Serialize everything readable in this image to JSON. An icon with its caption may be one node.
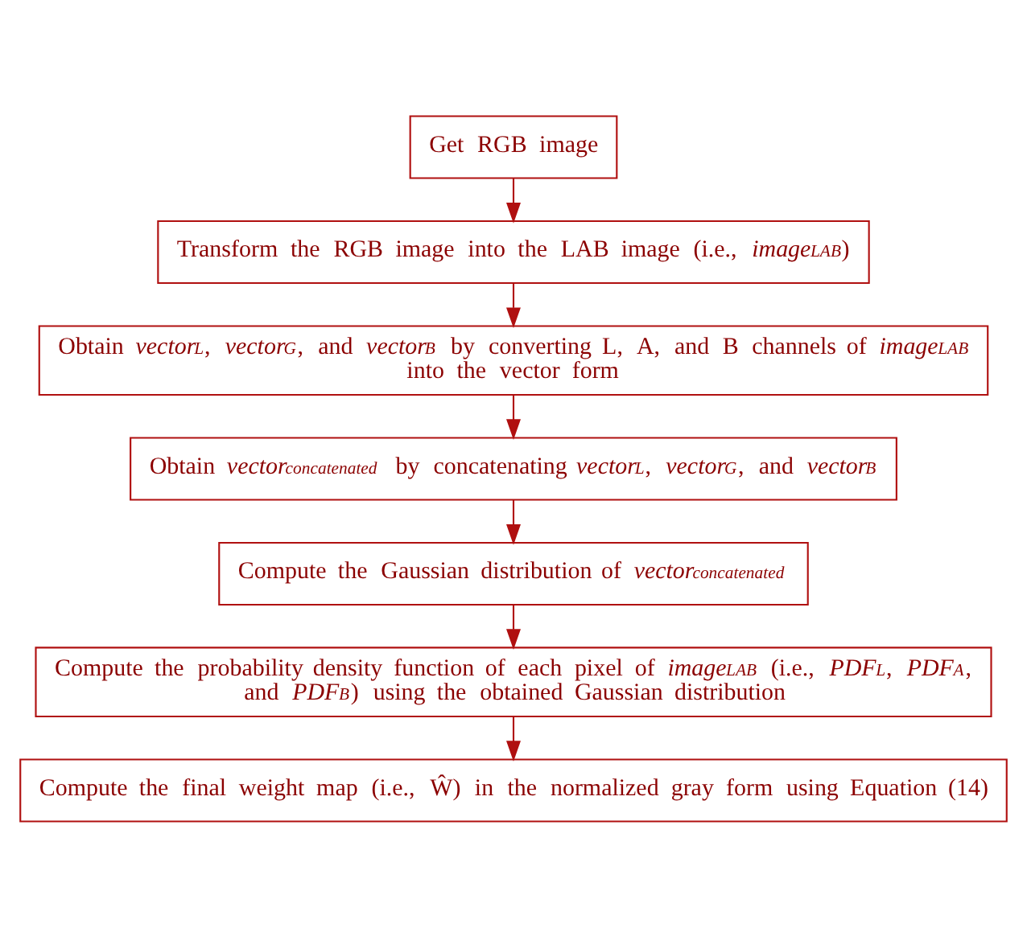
{
  "diagram": {
    "nodes": [
      {
        "text": [
          "Get RGB image"
        ]
      },
      {
        "text": [
          "Transform the RGB image into the LAB image (i.e., *image*$_{LAB}$)"
        ]
      },
      {
        "text": [
          "Obtain *vector*$_{L}$, *vector*$_{G}$, and *vector*$_{B}$ by converting L, A, and B channels of *image*$_{LAB}$ into the vector form"
        ]
      },
      {
        "text": [
          "Obtain *vector*$_{concatenated}$ by concatenating *vector*$_{L}$, *vector*$_{G}$, and *vector*$_{B}$"
        ]
      },
      {
        "text": [
          "Compute the Gaussian distribution of *vector*$_{concatenated}$"
        ]
      },
      {
        "text": [
          "Compute the probability density function of each pixel of *image*$_{LAB}$ (i.e., *PDF*$_{L}$, *PDF*$_{A}$, and *PDF*$_{B}$) using the obtained Gaussian distribution"
        ]
      },
      {
        "text": [
          "Compute the final weight map (i.e., Ŵ) in the normalized gray form using Equation (14)"
        ]
      }
    ],
    "edges": [
      {
        "from": 0,
        "to": 1,
        "arrow": "to"
      },
      {
        "from": 1,
        "to": 2,
        "arrow": "to"
      },
      {
        "from": 2,
        "to": 3,
        "arrow": "to"
      },
      {
        "from": 3,
        "to": 4,
        "arrow": "to"
      },
      {
        "from": 4,
        "to": 5,
        "arrow": "to"
      },
      {
        "from": 5,
        "to": 6,
        "arrow": "to"
      }
    ]
  }
}
